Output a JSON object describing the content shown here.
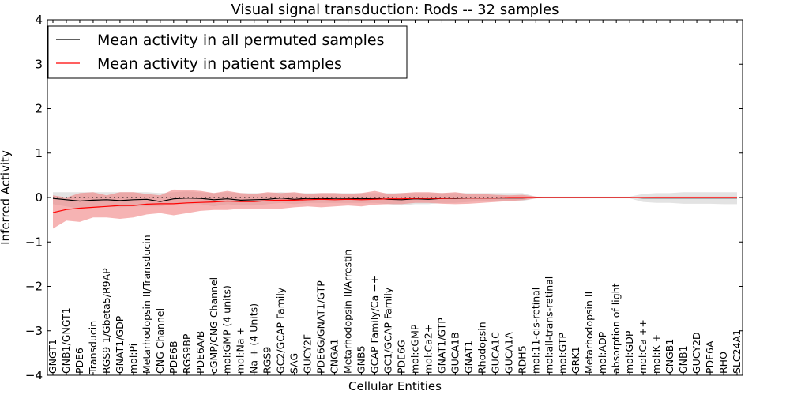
{
  "chart_data": {
    "type": "line",
    "title": "Visual signal transduction: Rods -- 32 samples",
    "xlabel": "Cellular Entities",
    "ylabel": "Inferred Activity",
    "ylim": [
      -4,
      4
    ],
    "yticks": [
      "−4",
      "−3",
      "−2",
      "−1",
      "0",
      "1",
      "2",
      "3",
      "4"
    ],
    "grid": false,
    "legend_position": "top-left",
    "categories": [
      "GNGT1",
      "GNB1/GNGT1",
      "PDE6",
      "Transducin",
      "RGS9-1/Gbeta5/R9AP",
      "GNAT1/GDP",
      "mol:Pi",
      "Metarhodopsin II/Transducin",
      "CNG Channel",
      "PDE6B",
      "RGS9BP",
      "PDE6A/B",
      "cGMP/CNG Channel",
      "mol:GMP (4 units)",
      "mol:Na +",
      "Na + (4 Units)",
      "RGS9",
      "GC2/GCAP Family",
      "SAG",
      "GUCY2F",
      "PDE6G/GNAT1/GTP",
      "CNGA1",
      "Metarhodopsin II/Arrestin",
      "GNB5",
      "GCAP Family/Ca ++",
      "GC1/GCAP Family",
      "PDE6G",
      "mol:cGMP",
      "mol:Ca2+",
      "GNAT1/GTP",
      "GUCA1B",
      "GNAT1",
      "Rhodopsin",
      "GUCA1C",
      "GUCA1A",
      "RDH5",
      "mol:11-cis-retinal",
      "mol:all-trans-retinal",
      "mol:GTP",
      "GRK1",
      "Metarhodopsin II",
      "mol:ADP",
      "absorption of light",
      "mol:GDP",
      "mol:Ca ++",
      "mol:K +",
      "CNGB1",
      "GNB1",
      "GUCY2D",
      "PDE6A",
      "RHO",
      "SLC24A1"
    ],
    "series": [
      {
        "name": "Mean activity in all permuted samples",
        "color": "#000000",
        "values": [
          -0.02,
          -0.05,
          -0.08,
          -0.06,
          -0.05,
          -0.07,
          -0.05,
          -0.04,
          -0.09,
          -0.03,
          -0.01,
          -0.02,
          -0.05,
          -0.03,
          -0.06,
          -0.05,
          -0.04,
          -0.01,
          -0.04,
          -0.02,
          -0.03,
          -0.02,
          -0.02,
          -0.03,
          -0.02,
          -0.04,
          -0.05,
          -0.03,
          -0.04,
          -0.02,
          -0.02,
          -0.01,
          -0.01,
          -0.01,
          -0.01,
          -0.01,
          0,
          0,
          0,
          0,
          0,
          0,
          0,
          0,
          -0.01,
          -0.01,
          -0.01,
          -0.01,
          -0.01,
          -0.01,
          -0.01,
          -0.01
        ],
        "band_lower": [
          -0.15,
          -0.2,
          -0.25,
          -0.2,
          -0.2,
          -0.22,
          -0.2,
          -0.2,
          -0.2,
          -0.15,
          -0.15,
          -0.15,
          -0.2,
          -0.15,
          -0.18,
          -0.18,
          -0.15,
          -0.12,
          -0.15,
          -0.12,
          -0.12,
          -0.12,
          -0.12,
          -0.12,
          -0.12,
          -0.15,
          -0.18,
          -0.15,
          -0.15,
          -0.12,
          -0.12,
          -0.1,
          -0.08,
          -0.08,
          -0.08,
          -0.08,
          -0.02,
          -0.02,
          -0.02,
          -0.02,
          -0.02,
          -0.02,
          -0.02,
          -0.02,
          -0.1,
          -0.12,
          -0.12,
          -0.14,
          -0.14,
          -0.14,
          -0.15,
          -0.15
        ],
        "band_upper": [
          0.12,
          0.12,
          0.12,
          0.12,
          0.12,
          0.12,
          0.12,
          0.12,
          0.1,
          0.12,
          0.14,
          0.12,
          0.1,
          0.12,
          0.1,
          0.1,
          0.1,
          0.12,
          0.1,
          0.1,
          0.1,
          0.1,
          0.1,
          0.1,
          0.1,
          0.1,
          0.1,
          0.1,
          0.1,
          0.1,
          0.1,
          0.1,
          0.1,
          0.1,
          0.1,
          0.1,
          0.02,
          0.02,
          0.02,
          0.02,
          0.02,
          0.02,
          0.02,
          0.02,
          0.08,
          0.1,
          0.1,
          0.12,
          0.12,
          0.12,
          0.12,
          0.12
        ],
        "band_color": "#c8c8c8"
      },
      {
        "name": "Mean activity in patient samples",
        "color": "#ff0000",
        "values": [
          -0.34,
          -0.27,
          -0.24,
          -0.22,
          -0.2,
          -0.18,
          -0.18,
          -0.15,
          -0.14,
          -0.14,
          -0.12,
          -0.11,
          -0.1,
          -0.08,
          -0.09,
          -0.09,
          -0.07,
          -0.06,
          -0.06,
          -0.05,
          -0.04,
          -0.05,
          -0.04,
          -0.05,
          -0.04,
          -0.03,
          -0.03,
          -0.02,
          -0.02,
          -0.02,
          -0.01,
          -0.01,
          -0.01,
          -0.01,
          0,
          0,
          0,
          0,
          0,
          0,
          0,
          0,
          0,
          0,
          0,
          0,
          0,
          0,
          0,
          0,
          0,
          0
        ],
        "band_lower": [
          -0.7,
          -0.52,
          -0.55,
          -0.45,
          -0.45,
          -0.48,
          -0.45,
          -0.38,
          -0.35,
          -0.4,
          -0.35,
          -0.3,
          -0.28,
          -0.28,
          -0.25,
          -0.25,
          -0.25,
          -0.25,
          -0.22,
          -0.2,
          -0.22,
          -0.2,
          -0.18,
          -0.2,
          -0.16,
          -0.15,
          -0.15,
          -0.12,
          -0.12,
          -0.14,
          -0.15,
          -0.14,
          -0.12,
          -0.1,
          -0.08,
          -0.06,
          -0.02,
          0,
          0,
          0,
          0,
          0,
          0,
          0,
          0,
          0,
          0,
          0,
          0,
          0,
          0,
          0
        ],
        "band_upper": [
          0.05,
          0.0,
          0.1,
          0.12,
          0.05,
          0.12,
          0.12,
          0.08,
          0.05,
          0.18,
          0.17,
          0.15,
          0.1,
          0.15,
          0.1,
          0.08,
          0.12,
          0.1,
          0.12,
          0.08,
          0.1,
          0.1,
          0.08,
          0.1,
          0.15,
          0.08,
          0.1,
          0.12,
          0.12,
          0.1,
          0.12,
          0.08,
          0.08,
          0.06,
          0.05,
          0.06,
          0.02,
          0,
          0,
          0,
          0,
          0,
          0,
          0,
          0.01,
          0.02,
          0.02,
          0.02,
          0.02,
          0.02,
          0.02,
          0.02
        ],
        "band_color": "#f08080"
      }
    ],
    "reference_line": {
      "value": 0,
      "style": "dotted"
    }
  }
}
